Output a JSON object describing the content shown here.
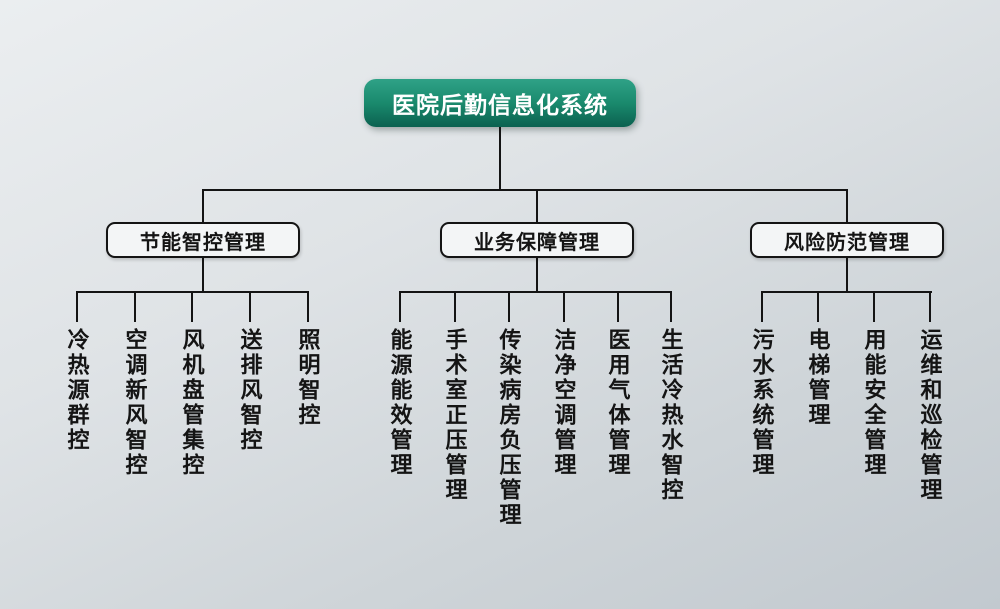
{
  "root": {
    "label": "医院后勤信息化系统"
  },
  "branches": [
    {
      "label": "节能智控管理",
      "leaves": [
        "冷热源群控",
        "空调新风智控",
        "风机盘管集控",
        "送排风智控",
        "照明智控"
      ]
    },
    {
      "label": "业务保障管理",
      "leaves": [
        "能源能效管理",
        "手术室正压管理",
        "传染病房负压管理",
        "洁净空调管理",
        "医用气体管理",
        "生活冷热水智控"
      ]
    },
    {
      "label": "风险防范管理",
      "leaves": [
        "污水系统管理",
        "电梯管理",
        "用能安全管理",
        "运维和巡检管理"
      ]
    }
  ],
  "colors": {
    "root_bg_top": "#2fa287",
    "root_bg_bottom": "#0b6150",
    "root_text": "#ffffff",
    "branch_bg": "#f3f5f6",
    "branch_border": "#141414",
    "line": "#141414",
    "background_start": "#ebeef0",
    "background_end": "#c2c9cf"
  }
}
